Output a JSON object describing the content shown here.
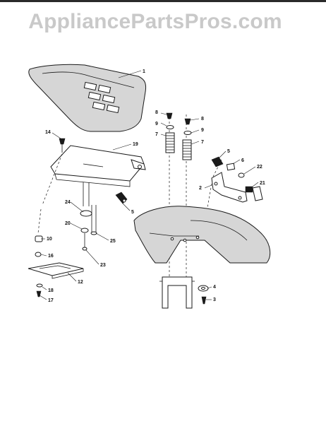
{
  "watermark": "AppliancePartsPros.com",
  "callouts": {
    "c1": "1",
    "c14": "14",
    "c19": "19",
    "c8a": "8",
    "c9a": "9",
    "c7a": "7",
    "c8b": "8",
    "c9b": "9",
    "c7b": "7",
    "c5a": "5",
    "c6": "6",
    "c22": "22",
    "c2": "2",
    "c21": "21",
    "c24": "24",
    "c5b": "5",
    "c20": "20",
    "c25": "25",
    "c23": "23",
    "c10": "10",
    "c16": "16",
    "c12": "12",
    "c18": "18",
    "c17": "17",
    "c4": "4",
    "c3": "3"
  }
}
